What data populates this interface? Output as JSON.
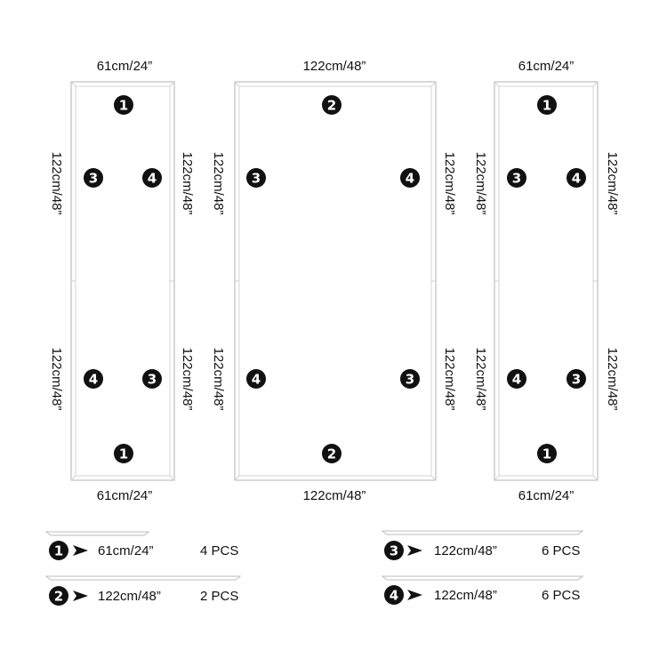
{
  "dimensions": {
    "short": "61cm/24”",
    "long": "122cm/48”"
  },
  "markers": {
    "one": "1",
    "two": "2",
    "three": "3",
    "four": "4"
  },
  "legend": [
    {
      "marker": "1",
      "size": "61cm/24”",
      "qty": "4 PCS"
    },
    {
      "marker": "2",
      "size": "122cm/48”",
      "qty": "2 PCS"
    },
    {
      "marker": "3",
      "size": "122cm/48”",
      "qty": "6 PCS"
    },
    {
      "marker": "4",
      "size": "122cm/48”",
      "qty": "6 PCS"
    }
  ],
  "colors": {
    "frame": "#bdbdbd",
    "frame_inner": "#e2e2e2",
    "marker": "#111111"
  }
}
